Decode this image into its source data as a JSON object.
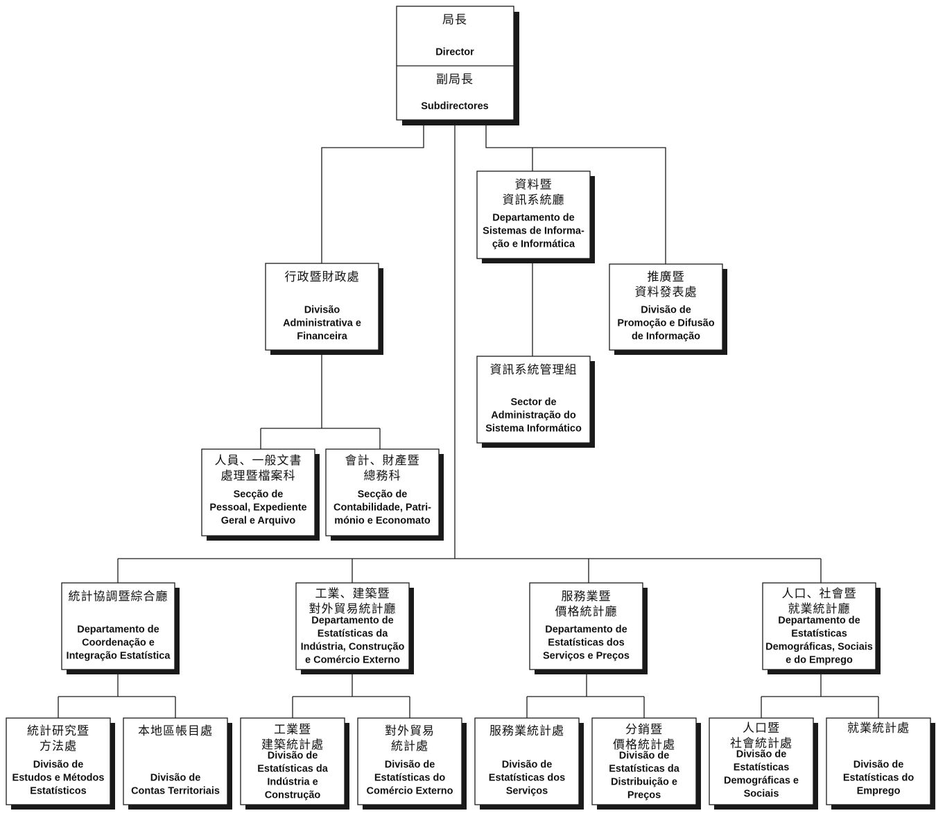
{
  "org": {
    "director": {
      "zh": [
        "局長"
      ],
      "pt": [
        "Director"
      ]
    },
    "subdirectors": {
      "zh": [
        "副局長"
      ],
      "pt": [
        "Subdirectores"
      ]
    },
    "dsii": {
      "zh": [
        "資料暨",
        "資訊系統廳"
      ],
      "pt": [
        "Departamento de",
        "Sistemas de Informa-",
        "ção e Informática"
      ]
    },
    "dpdi": {
      "zh": [
        "推廣暨",
        "資料發表處"
      ],
      "pt": [
        "Divisão de",
        "Promoção e Difusão",
        "de Informação"
      ]
    },
    "daf": {
      "zh": [
        "行政暨財政處"
      ],
      "pt": [
        "Divisão",
        "Administrativa e",
        "Financeira"
      ]
    },
    "sasi": {
      "zh": [
        "資訊系統管理組"
      ],
      "pt": [
        "Sector de",
        "Administração do",
        "Sistema Informático"
      ]
    },
    "spega": {
      "zh": [
        "人員、一般文書",
        "處理暨檔案科"
      ],
      "pt": [
        "Secção de",
        "Pessoal, Expediente",
        "Geral e Arquivo"
      ]
    },
    "scpe": {
      "zh": [
        "會計、財產暨",
        "總務科"
      ],
      "pt": [
        "Secção de",
        "Contabilidade, Patri-",
        "mónio e Economato"
      ]
    },
    "dcie": {
      "zh": [
        "統計協調暨綜合廳"
      ],
      "pt": [
        "Departamento de",
        "Coordenação e",
        "Integração Estatística"
      ]
    },
    "deicce": {
      "zh": [
        "工業、建築暨",
        "對外貿易統計廳"
      ],
      "pt": [
        "Departamento de",
        "Estatísticas da",
        "Indústria, Construção",
        "e Comércio Externo"
      ]
    },
    "desp": {
      "zh": [
        "服務業暨",
        "價格統計廳"
      ],
      "pt": [
        "Departamento de",
        "Estatísticas dos",
        "Serviços e Preços"
      ]
    },
    "dedse": {
      "zh": [
        "人口、社會暨",
        "就業統計廳"
      ],
      "pt": [
        "Departamento de",
        "Estatísticas",
        "Demográficas, Sociais",
        "e do Emprego"
      ]
    },
    "deme": {
      "zh": [
        "統計研究暨",
        "方法處"
      ],
      "pt": [
        "Divisão de",
        "Estudos e Métodos",
        "Estatísticos"
      ]
    },
    "dct": {
      "zh": [
        "本地區帳目處"
      ],
      "pt": [
        "Divisão de",
        "Contas Territoriais"
      ]
    },
    "deic": {
      "zh": [
        "工業暨",
        "建築統計處"
      ],
      "pt": [
        "Divisão de",
        "Estatísticas da",
        "Indústria e",
        "Construção"
      ]
    },
    "dece": {
      "zh": [
        "對外貿易",
        "統計處"
      ],
      "pt": [
        "Divisão de",
        "Estatísticas do",
        "Comércio Externo"
      ]
    },
    "des": {
      "zh": [
        "服務業統計處"
      ],
      "pt": [
        "Divisão de",
        "Estatísticas dos",
        "Serviços"
      ]
    },
    "dedp": {
      "zh": [
        "分銷暨",
        "價格統計處"
      ],
      "pt": [
        "Divisão de",
        "Estatísticas da",
        "Distribuição e",
        "Preços"
      ]
    },
    "deds": {
      "zh": [
        "人口暨",
        "社會統計處"
      ],
      "pt": [
        "Divisão de",
        "Estatísticas",
        "Demográficas e",
        "Sociais"
      ]
    },
    "dee": {
      "zh": [
        "就業統計處"
      ],
      "pt": [
        "Divisão de",
        "Estatísticas do",
        "Emprego"
      ]
    }
  }
}
